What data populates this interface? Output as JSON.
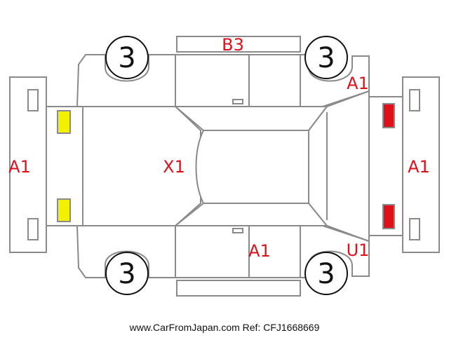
{
  "diagram": {
    "damage_codes": {
      "top_center": "B3",
      "top_right": "A1",
      "left_bumper": "A1",
      "center": "X1",
      "right_bumper": "A1",
      "bottom_center": "A1",
      "bottom_right": "U1"
    },
    "wheels": {
      "front_top": "3",
      "rear_top": "3",
      "front_bottom": "3",
      "rear_bottom": "3"
    },
    "colors": {
      "damage_text": "#e0101a",
      "headlight": "#f2f200",
      "taillight": "#e0101a",
      "outline": "#8a8a8a"
    }
  },
  "footer": {
    "text": "www.CarFromJapan.com Ref: CFJ1668669"
  }
}
